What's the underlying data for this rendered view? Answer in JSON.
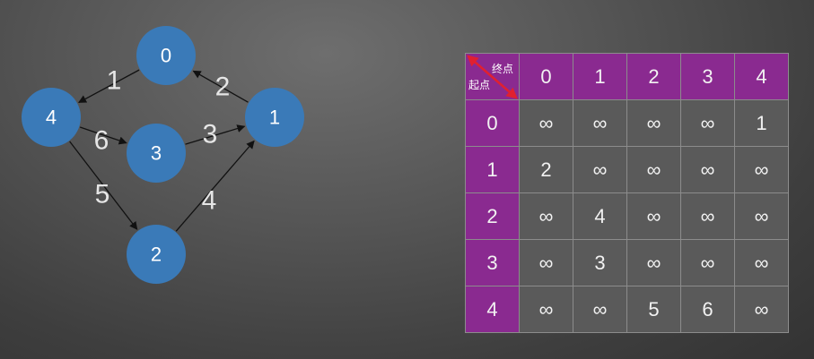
{
  "graph": {
    "nodes": [
      "0",
      "1",
      "2",
      "3",
      "4"
    ],
    "edges": [
      {
        "from": "0",
        "to": "4",
        "weight": "1"
      },
      {
        "from": "1",
        "to": "0",
        "weight": "2"
      },
      {
        "from": "3",
        "to": "1",
        "weight": "3"
      },
      {
        "from": "2",
        "to": "1",
        "weight": "4"
      },
      {
        "from": "4",
        "to": "2",
        "weight": "5"
      },
      {
        "from": "4",
        "to": "3",
        "weight": "6"
      }
    ],
    "colors": {
      "node": "#3a7ab8",
      "edge": "#111111"
    }
  },
  "matrix": {
    "corner_end_label": "终点",
    "corner_start_label": "起点",
    "col_headers": [
      "0",
      "1",
      "2",
      "3",
      "4"
    ],
    "rows": [
      {
        "header": "0",
        "cells": [
          "∞",
          "∞",
          "∞",
          "∞",
          "1"
        ]
      },
      {
        "header": "1",
        "cells": [
          "2",
          "∞",
          "∞",
          "∞",
          "∞"
        ]
      },
      {
        "header": "2",
        "cells": [
          "∞",
          "4",
          "∞",
          "∞",
          "∞"
        ]
      },
      {
        "header": "3",
        "cells": [
          "∞",
          "3",
          "∞",
          "∞",
          "∞"
        ]
      },
      {
        "header": "4",
        "cells": [
          "∞",
          "∞",
          "5",
          "6",
          "∞"
        ]
      }
    ],
    "colors": {
      "header": "#8a2a90",
      "cell": "#5a5a5a",
      "arrow": "#e02030"
    }
  }
}
